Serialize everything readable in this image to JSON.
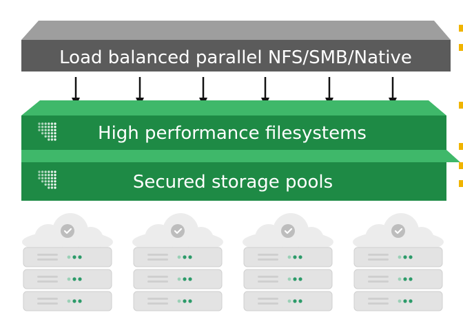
{
  "layers": [
    {
      "id": "protocol",
      "label": "Load balanced parallel NFS/SMB/Native",
      "color": "#5b5b5b",
      "top_color": "#9e9e9e"
    },
    {
      "id": "filesystems",
      "label": "High performance filesystems",
      "color": "#1e8a45",
      "top_color": "#3fb86a"
    },
    {
      "id": "pools",
      "label": "Secured storage pools",
      "color": "#1e8a45",
      "top_color": "#3fb86a"
    }
  ],
  "arrow_count": 6,
  "server_count": 4,
  "colors": {
    "text": "#ffffff",
    "arrow": "#111111",
    "server_body": "#e3e3e3",
    "server_edge": "#cfcfcf",
    "cloud": "#ececec",
    "check_circle": "#bdbdbd",
    "status_dot": "#2d9b6a",
    "slot": "#cfcfcf"
  },
  "icons": {
    "grid_icon": "dot-grid-icon",
    "check_icon": "check-icon",
    "server_icon": "server-stack-icon",
    "cloud_icon": "cloud-icon"
  }
}
